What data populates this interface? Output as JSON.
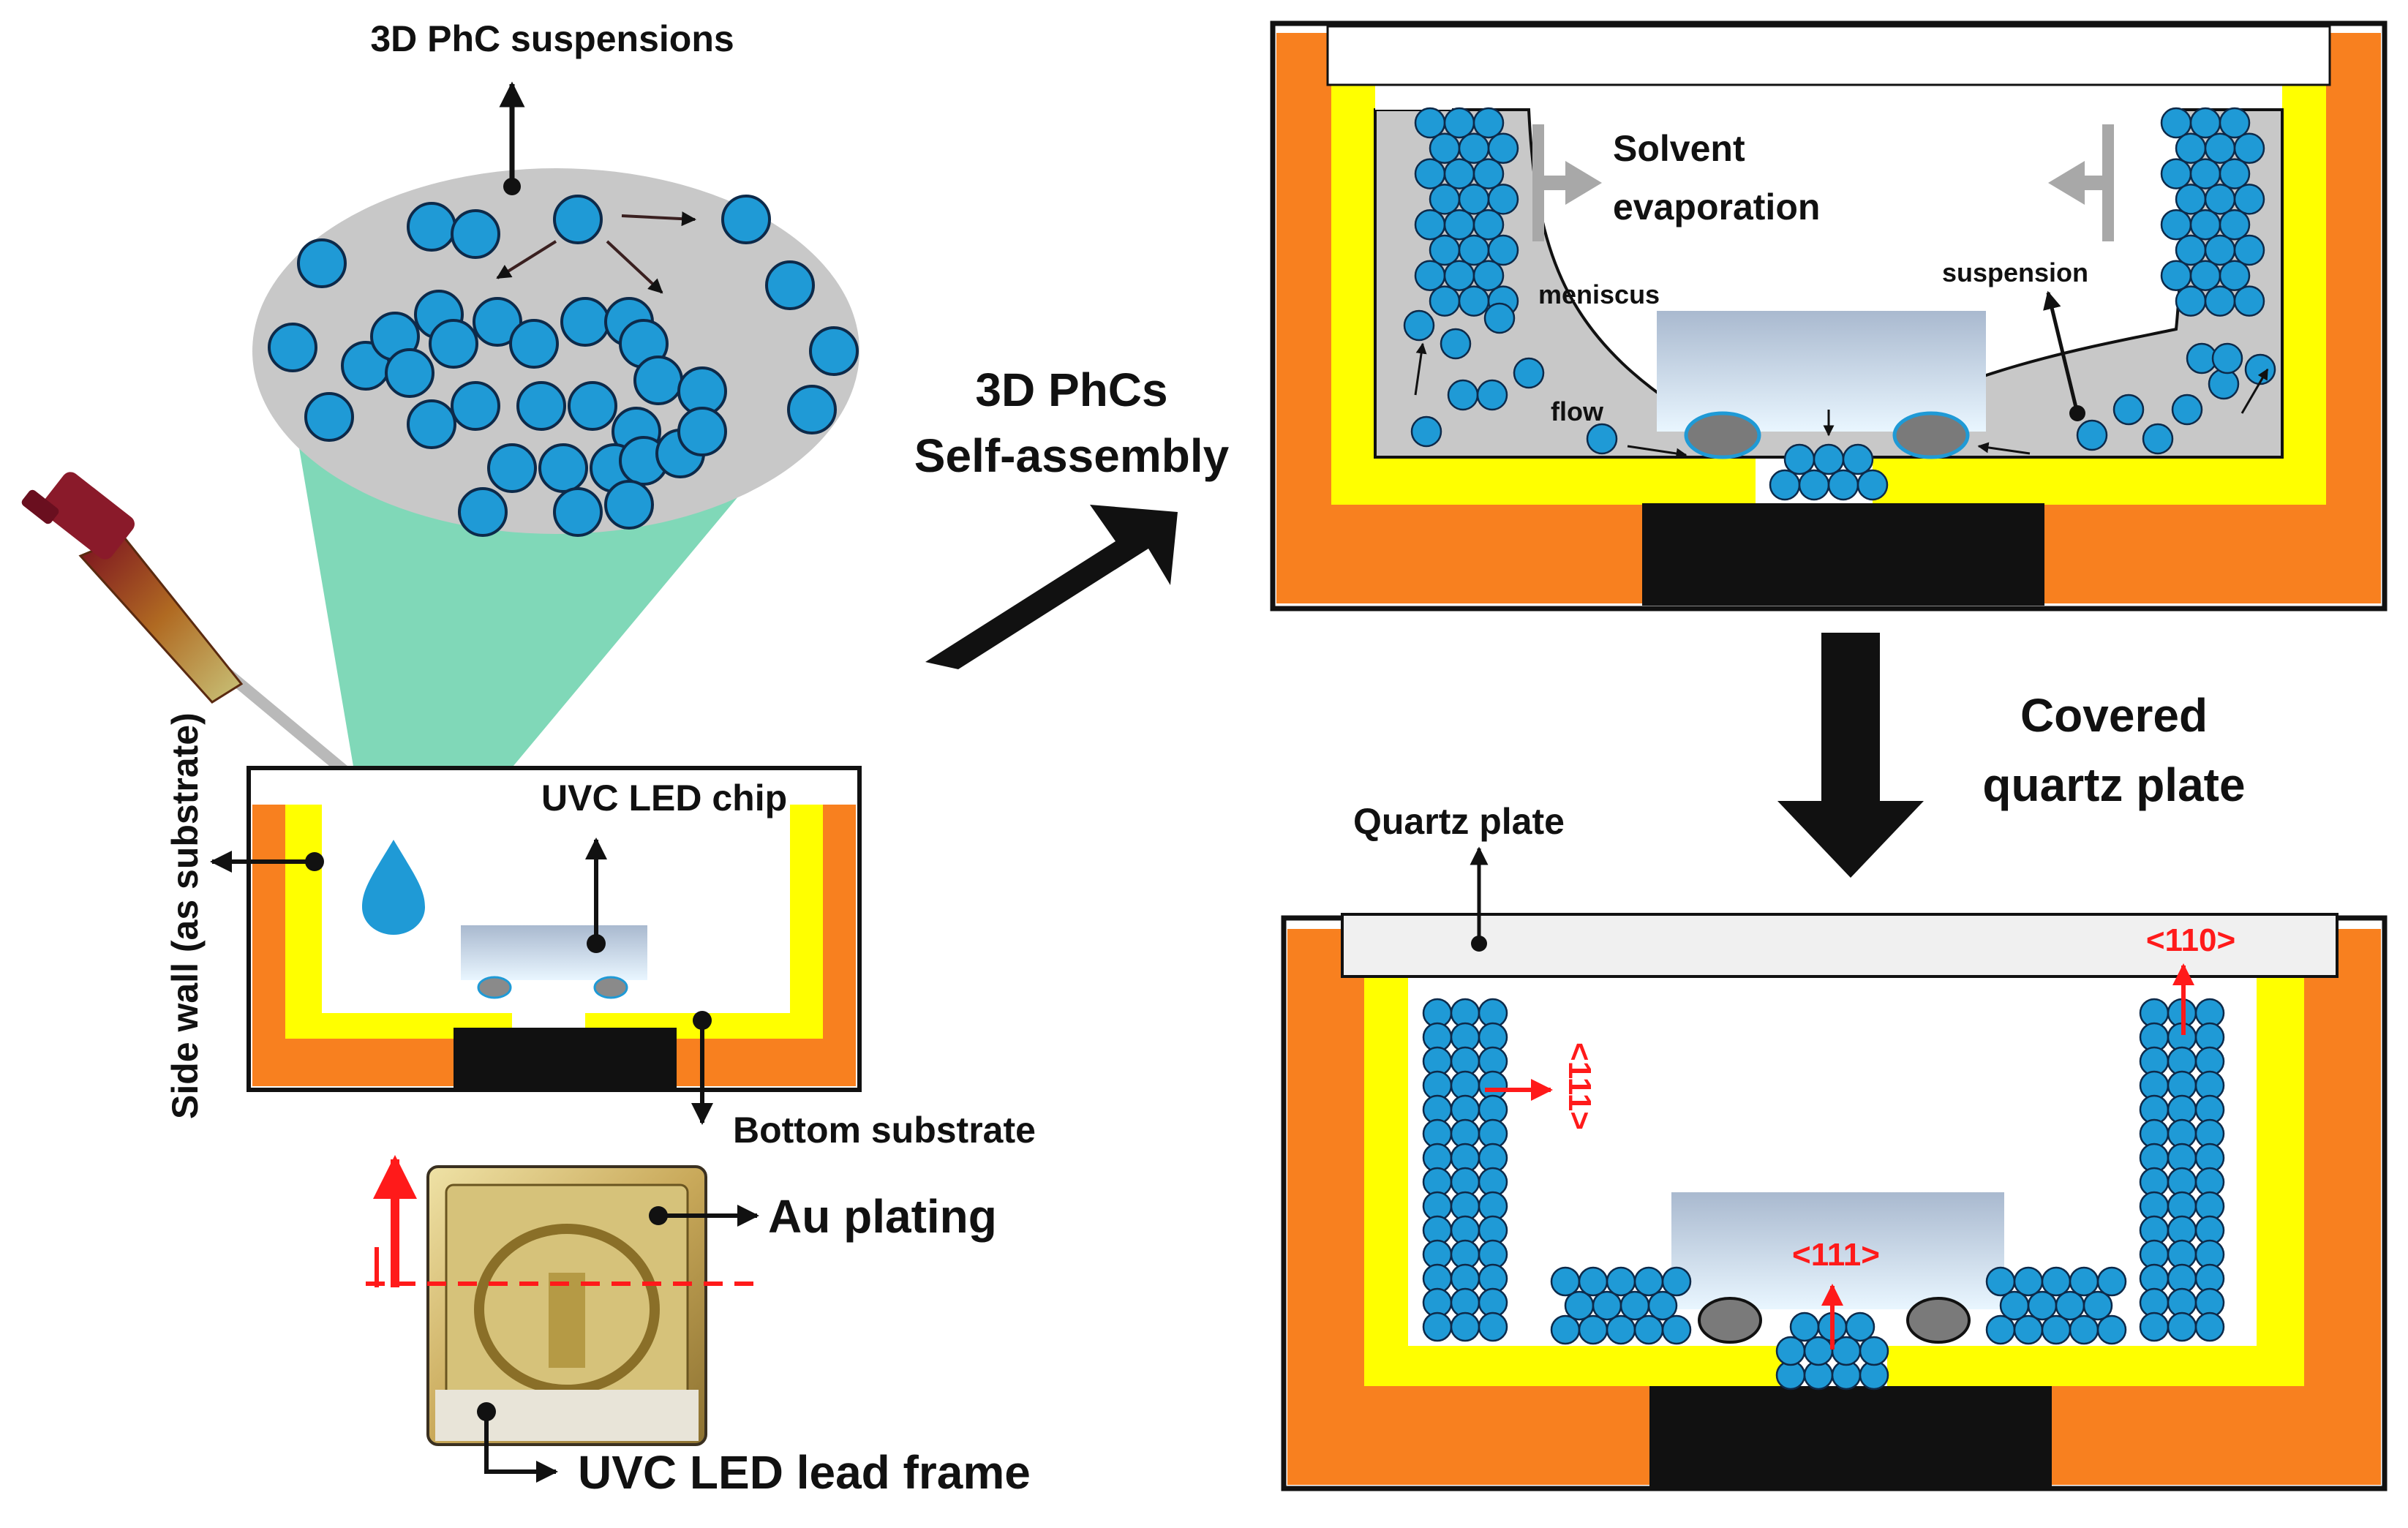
{
  "labels": {
    "suspensions": "3D PhC suspensions",
    "side_wall": "Side wall (as substrate)",
    "uvc_chip": "UVC LED chip",
    "bottom_substrate": "Bottom substrate",
    "au_plating": "Au plating",
    "lead_frame": "UVC LED lead frame",
    "self_assembly_line1": "3D PhCs",
    "self_assembly_line2": "Self-assembly",
    "solvent_line1": "Solvent",
    "solvent_line2": "evaporation",
    "meniscus": "meniscus",
    "suspension": "suspension",
    "flow": "flow",
    "covered_line1": "Covered",
    "covered_line2": "quartz plate",
    "quartz_plate": "Quartz plate",
    "dir_110": "<110>",
    "dir_111_side": "<111>",
    "dir_111_center": "<111>"
  },
  "colors": {
    "sphere": "#1f9ad6",
    "sphere_outline": "#0d2a4a",
    "orange": "#f8801f",
    "yellow": "#ffff00",
    "gray_liquid": "#c8c8c8",
    "cone": "#80d8b8",
    "quartz": "#f0f0f0",
    "red": "#ff1a1a"
  }
}
